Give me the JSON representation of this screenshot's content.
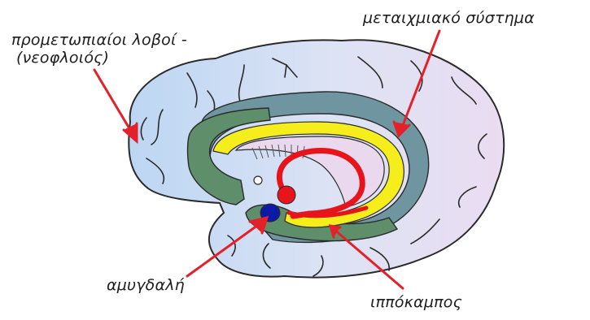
{
  "labels": {
    "prefrontal_line1": "προμετωπιαίοι λοβοί -",
    "prefrontal_line2": "(νεοφλοιός)",
    "limbic_system": "μεταιχμιακό σύστημα",
    "amygdala": "αμυγδαλή",
    "hippocampus": "ιππόκαμπος"
  },
  "colors": {
    "cortex": "#eadcf1",
    "frontal_lobe": "#cfe0f5",
    "cingulate_outer": "#6f96a0",
    "cingulate_green": "#5f8e6b",
    "yellow_band": "#f6ee1c",
    "fornix_red": "#e8141b",
    "amygdala_blue": "#0d1aa6",
    "arrow_red": "#e4202a",
    "outline": "#2a2a2a"
  },
  "icons": [
    "brain-illustration",
    "arrow-pointer"
  ]
}
